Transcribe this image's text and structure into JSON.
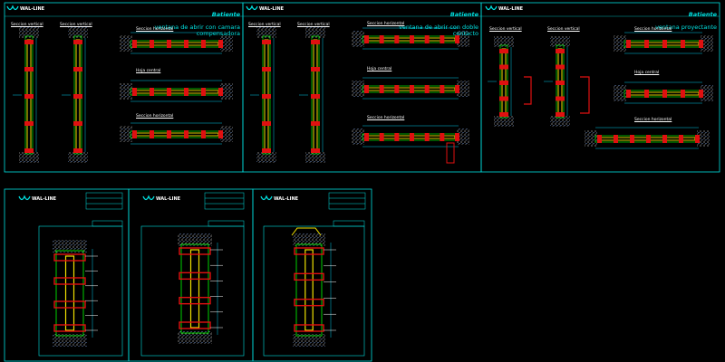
{
  "brand": {
    "name": "WAL-LINE",
    "logo_icon": "wave-logo-icon"
  },
  "colors": {
    "background": "#000000",
    "frame": "#00e0e0",
    "profile_red": "#e01010",
    "profile_yellow": "#f0e000",
    "profile_green": "#00d000",
    "hatch_white": "#d0d0d0",
    "dim_cyan": "#00c8e8"
  },
  "sheets": [
    {
      "title": "Batiente",
      "subtitle": "ventana de abrir con camara compensadora",
      "views": [
        "Seccion vertical",
        "Seccion vertical",
        "Seccion horizontal",
        "Hoja central",
        "Seccion horizontal"
      ]
    },
    {
      "title": "Batiente",
      "subtitle": "ventana de abrir con doble contacto",
      "views": [
        "Seccion vertical",
        "Seccion vertical",
        "Seccion horizontal",
        "Hoja central",
        "Seccion horizontal"
      ]
    },
    {
      "title": "Batiente",
      "subtitle": "ventana proyectante",
      "views": [
        "Seccion vertical",
        "Seccion vertical",
        "Seccion horizontal",
        "Hoja central",
        "Seccion horizontal"
      ]
    },
    {
      "title": "",
      "subtitle": "",
      "views": []
    },
    {
      "title": "",
      "subtitle": "",
      "views": []
    },
    {
      "title": "",
      "subtitle": "",
      "views": []
    }
  ]
}
